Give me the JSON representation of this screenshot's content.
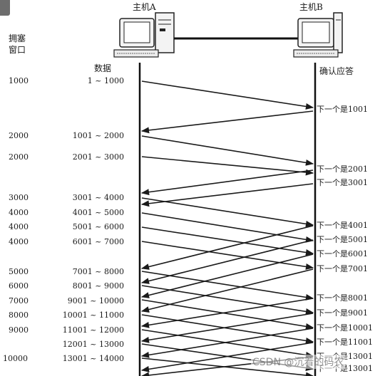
{
  "hosts": {
    "a": "主机A",
    "b": "主机B"
  },
  "headers": {
    "cwnd_line1": "拥塞",
    "cwnd_line2": "窗口",
    "data": "数据",
    "ack": "确认应答"
  },
  "cwnd": [
    "1000",
    "2000",
    "2000",
    "3000",
    "4000",
    "4000",
    "4000",
    "5000",
    "6000",
    "7000",
    "8000",
    "9000",
    "10000"
  ],
  "ranges": [
    "1 ~ 1000",
    "1001 ~ 2000",
    "2001 ~ 3000",
    "3001 ~ 4000",
    "4001 ~ 5000",
    "5001 ~ 6000",
    "6001 ~ 7000",
    "7001 ~ 8000",
    "8001 ~ 9000",
    "9001 ~ 10000",
    "10001 ~ 11000",
    "11001 ~ 12000",
    "12001 ~ 13000",
    "13001 ~ 14000"
  ],
  "acks": [
    "下一个是1001",
    "下一个是2001",
    "下一个是3001",
    "下一个是4001",
    "下一个是5001",
    "下一个是6001",
    "下一个是7001",
    "下一个是8001",
    "下一个是9001",
    "下一个是10001",
    "下一个是11001",
    "下一个是13001",
    "下一个是13001"
  ],
  "watermark": "CSDN @沉着的码农"
}
